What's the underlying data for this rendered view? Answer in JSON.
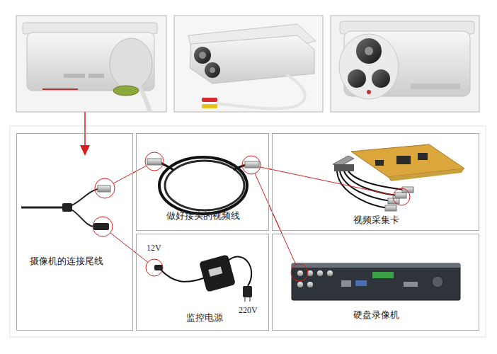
{
  "diagram": {
    "nodes": [
      {
        "text": [
          "摄像机的连接尾线"
        ]
      },
      {
        "text": [
          "做好接头的视频线"
        ]
      },
      {
        "text": [
          "视频采集卡"
        ]
      },
      {
        "text": [
          "12V",
          "监控电源",
          "220V"
        ]
      },
      {
        "text": [
          "硬盘录像机"
        ]
      }
    ],
    "edges": [
      {
        "from": 0,
        "to": 1,
        "arrow": "none"
      },
      {
        "from": 1,
        "to": 2,
        "arrow": "none"
      },
      {
        "from": 1,
        "to": 4,
        "arrow": "none"
      },
      {
        "from": 0,
        "to": 3,
        "arrow": "none"
      }
    ]
  }
}
